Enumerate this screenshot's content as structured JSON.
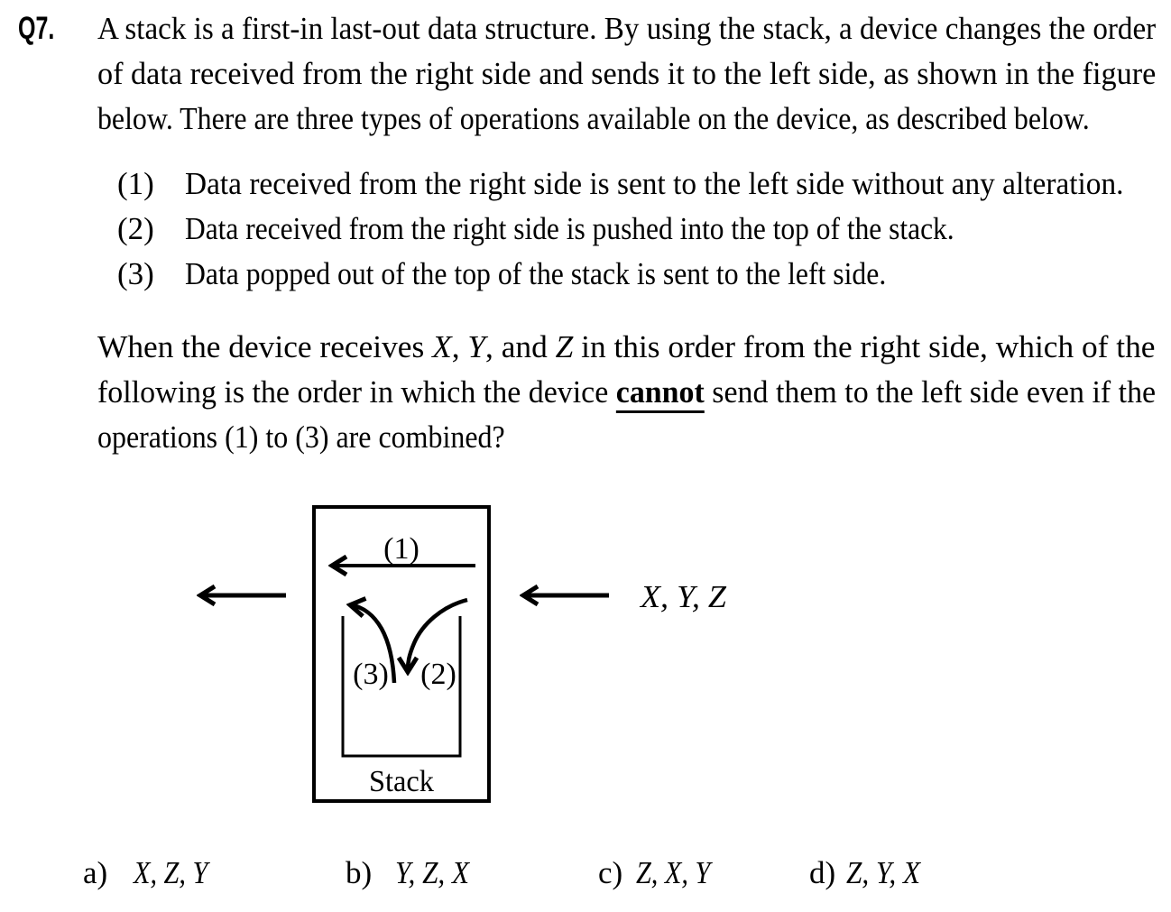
{
  "page": {
    "background_color": "#ffffff",
    "text_color": "#000000"
  },
  "question": {
    "number": "Q7.",
    "intro_lines": [
      "A stack is a first-in last-out data structure. By using the stack, a device changes the order",
      "of data received from the right side and sends it to the left side, as shown in the figure",
      "below. There are three types of operations available on the device, as described below."
    ],
    "operations": [
      {
        "num": "(1)",
        "text": "Data received from the right side is sent to the left side without any alteration."
      },
      {
        "num": "(2)",
        "text": "Data received from the right side is pushed into the top of the stack."
      },
      {
        "num": "(3)",
        "text": "Data popped out of the top of the stack is sent to the left side."
      }
    ],
    "prompt_line1": {
      "t1": "When the device receives ",
      "i1": "X",
      "t2": ", ",
      "i2": "Y",
      "t3": ", and ",
      "i3": "Z",
      "t4": " in this order from the right side, which of the"
    },
    "prompt_line2": {
      "t1": "following is the order in which the device ",
      "b1": "cannot",
      "t2": " send them to the left side even if the"
    },
    "prompt_line3": "operations (1) to (3) are combined?"
  },
  "figure": {
    "op1_label": "(1)",
    "op2_label": "(2)",
    "op3_label": "(3)",
    "stack_label": "Stack",
    "input_label": "X, Y, Z"
  },
  "options": [
    {
      "letter": "a)",
      "value": "X, Z, Y"
    },
    {
      "letter": "b)",
      "value": "Y, Z, X"
    },
    {
      "letter": "c)",
      "value": "Z, X, Y"
    },
    {
      "letter": "d)",
      "value": "Z, Y, X"
    }
  ]
}
